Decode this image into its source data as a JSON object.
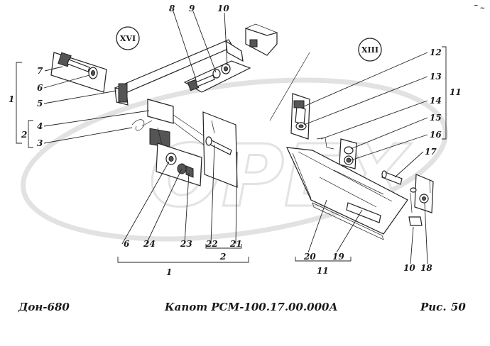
{
  "footer": {
    "left": "Дон-680",
    "center": "Капот РСМ-100.17.00.000А",
    "right_label": "Рис.",
    "right_number": "50"
  },
  "views": {
    "left": "XVI",
    "right": "XIII"
  },
  "watermark": "OPEX",
  "labels": {
    "n1": "1",
    "n2": "2",
    "n3": "3",
    "n4": "4",
    "n5": "5",
    "n6": "6",
    "n7": "7",
    "n8": "8",
    "n9": "9",
    "n10": "10",
    "n11": "11",
    "n12": "12",
    "n13": "13",
    "n14": "14",
    "n15": "15",
    "n16": "16",
    "n17": "17",
    "n18": "18",
    "n19": "19",
    "n20": "20",
    "n21": "21",
    "n22": "22",
    "n23": "23",
    "n24": "24"
  }
}
